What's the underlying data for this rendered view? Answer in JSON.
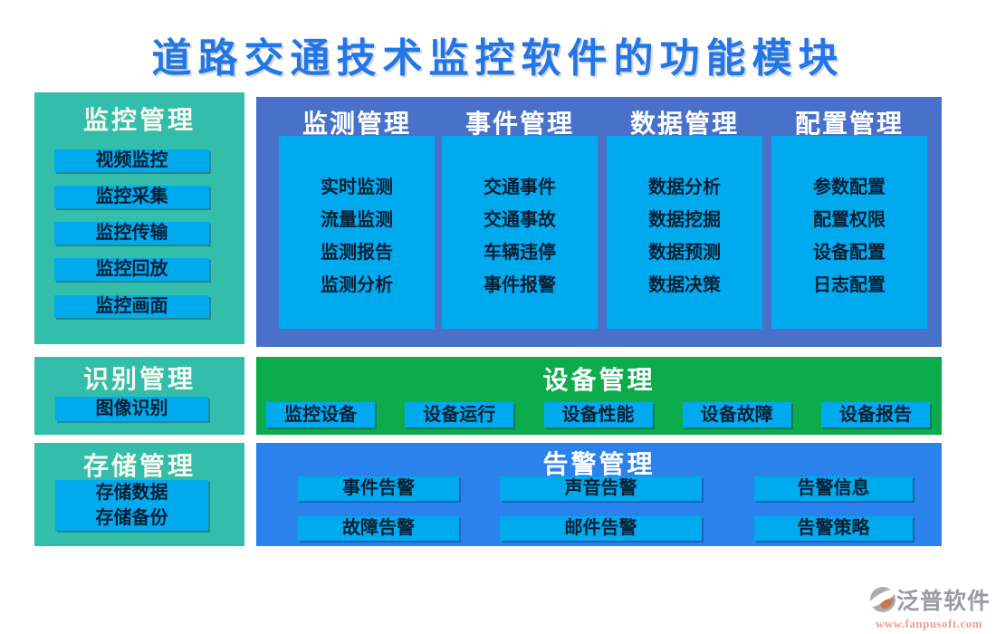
{
  "title": "道路交通技术监控软件的功能模块",
  "colors": {
    "title_blue": "#2176e8",
    "teal": "#33bdab",
    "slate_blue": "#4971c9",
    "cyan_button": "#00aaee",
    "green": "#0cab4b",
    "bright_blue": "#2b82ec",
    "button_text": "#0a1f33",
    "header_text": "#ffffff",
    "logo_grey": "#9a9aa0",
    "logo_url_color": "#ef9f8a"
  },
  "monitor_box": {
    "header": "监控管理",
    "items": [
      "视频监控",
      "监控采集",
      "监控传输",
      "监控回放",
      "监控画面"
    ]
  },
  "main_panel": {
    "columns": [
      {
        "header": "监测管理",
        "items": [
          "实时监测",
          "流量监测",
          "监测报告",
          "监测分析"
        ]
      },
      {
        "header": "事件管理",
        "items": [
          "交通事件",
          "交通事故",
          "车辆违停",
          "事件报警"
        ]
      },
      {
        "header": "数据管理",
        "items": [
          "数据分析",
          "数据挖掘",
          "数据预测",
          "数据决策"
        ]
      },
      {
        "header": "配置管理",
        "items": [
          "参数配置",
          "配置权限",
          "设备配置",
          "日志配置"
        ]
      }
    ]
  },
  "recognition_box": {
    "header": "识别管理",
    "items": [
      "图像识别"
    ]
  },
  "device_panel": {
    "header": "设备管理",
    "items": [
      "监控设备",
      "设备运行",
      "设备性能",
      "设备故障",
      "设备报告"
    ]
  },
  "storage_box": {
    "header": "存储管理",
    "items": [
      "存储数据",
      "存储备份"
    ]
  },
  "alarm_panel": {
    "header": "告警管理",
    "rows": [
      [
        "事件告警",
        "声音告警",
        "告警信息"
      ],
      [
        "故障告警",
        "邮件告警",
        "告警策略"
      ]
    ]
  },
  "logo": {
    "name": "泛普软件",
    "url": "www.fanpusoft.com"
  }
}
